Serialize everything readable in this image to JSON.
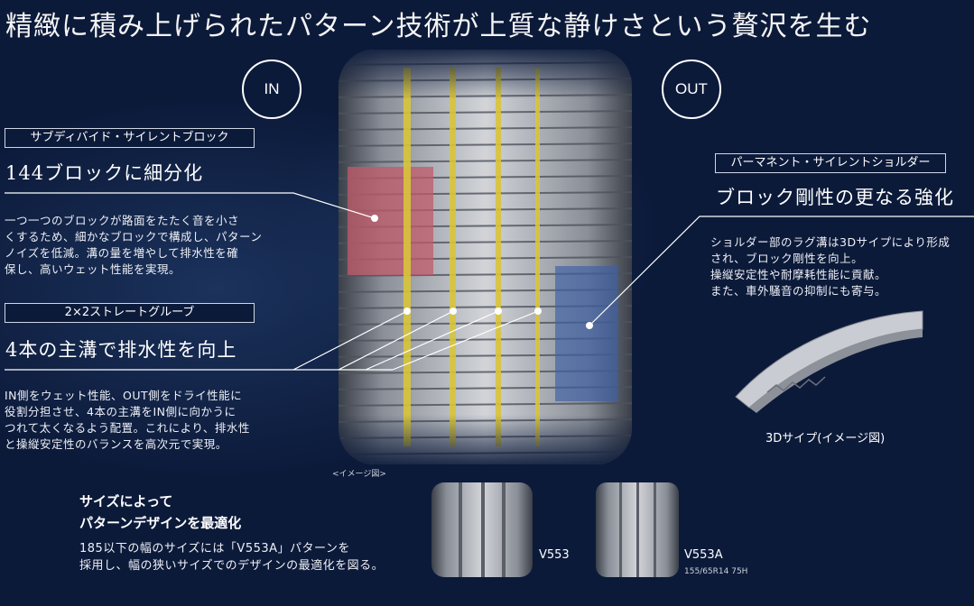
{
  "headline": "精緻に積み上げられたパターン技術が上質な静けさという贅沢を生む",
  "badges": {
    "in": "IN",
    "out": "OUT"
  },
  "left_top": {
    "label": "サブディバイド・サイレントブロック",
    "title": "144ブロックに細分化",
    "lines": [
      "一つ一つのブロックが路面をたたく音を小さ",
      "くするため、細かなブロックで構成し、パターン",
      "ノイズを低減。溝の量を増やして排水性を確",
      "保し、高いウェット性能を実現。"
    ]
  },
  "left_mid": {
    "label": "2×2ストレートグルーブ",
    "title": "4本の主溝で排水性を向上",
    "lines": [
      "IN側をウェット性能、OUT側をドライ性能に",
      "役割分担させ、4本の主溝をIN側に向かうに",
      "つれて太くなるよう配置。これにより、排水性",
      "と操縦安定性のバランスを高次元で実現。"
    ]
  },
  "right": {
    "label": "パーマネント・サイレントショルダー",
    "title": "ブロック剛性の更なる強化",
    "lines": [
      "ショルダー部のラグ溝は3Dサイプにより形成",
      "され、ブロック剛性を向上。",
      "操縦安定性や耐摩耗性能に貢献。",
      "また、車外騒音の抑制にも寄与。"
    ],
    "figure_caption": "3Dサイプ(イメージ図)"
  },
  "image_caption": "<イメージ図>",
  "bottom": {
    "title_lines": [
      "サイズによって",
      "パターンデザインを最適化"
    ],
    "lines": [
      "185以下の幅のサイズには「V553A」パターンを",
      "採用し、幅の狭いサイズでのデザインの最適化を図る。"
    ],
    "tread1_label": "V553",
    "tread2_label": "V553A",
    "tread2_size": "155/65R14 75H"
  },
  "colors": {
    "background": "#0c1a3a",
    "groove_highlight": "#d8c43a",
    "block_highlight": "#c25a6a",
    "shoulder_highlight": "#3d5fa6"
  }
}
